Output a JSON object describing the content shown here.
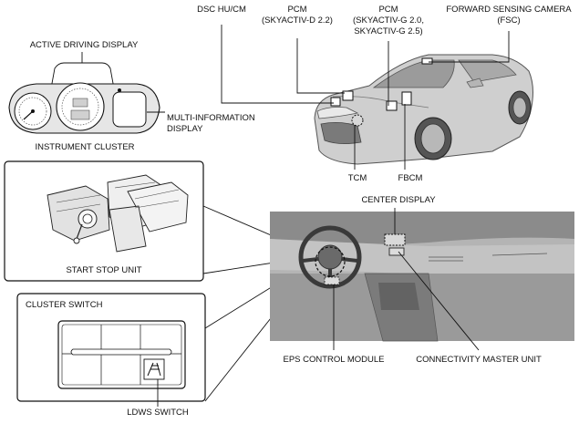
{
  "labels": {
    "active_driving_display": "ACTIVE DRIVING DISPLAY",
    "instrument_cluster": "INSTRUMENT CLUSTER",
    "multi_information_display_line1": "MULTI-INFORMATION",
    "multi_information_display_line2": "DISPLAY",
    "dsc_hu_cm": "DSC HU/CM",
    "pcm_diesel_line1": "PCM",
    "pcm_diesel_line2": "(SKYACTIV-D 2.2)",
    "pcm_gasoline_line1": "PCM",
    "pcm_gasoline_line2": "(SKYACTIV-G 2.0,",
    "pcm_gasoline_line3": "SKYACTIV-G 2.5)",
    "fsc_line1": "FORWARD SENSING CAMERA",
    "fsc_line2": "(FSC)",
    "tcm": "TCM",
    "fbcm": "FBCM",
    "center_display": "CENTER DISPLAY",
    "start_stop_unit": "START STOP UNIT",
    "cluster_switch": "CLUSTER SWITCH",
    "eps_control_module": "EPS CONTROL MODULE",
    "connectivity_master_unit": "CONNECTIVITY MASTER UNIT",
    "ldws_switch": "LDWS SWITCH"
  },
  "colors": {
    "line": "#111111",
    "car_body": "#c9c9c9",
    "car_shadow": "#8e8e8e",
    "interior": "#a9a9a9",
    "interior_dark": "#6f6f6f"
  }
}
